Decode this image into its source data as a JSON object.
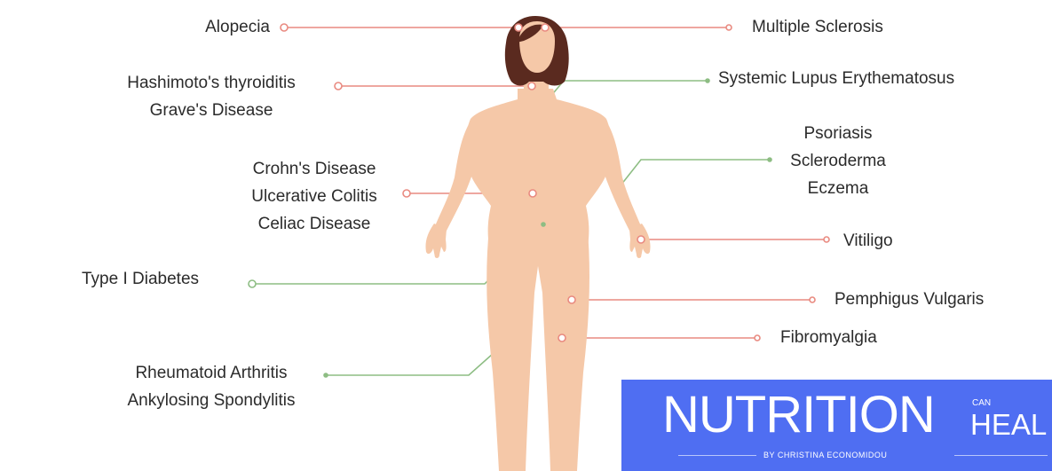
{
  "diagram": {
    "colors": {
      "background": "#ffffff",
      "skin": "#f5c8a8",
      "skin_shade": "#e9b693",
      "hair": "#5a2a1f",
      "red_line": "#e98a80",
      "green_line": "#8dbd83",
      "text": "#2b2b2b"
    },
    "labels": {
      "alopecia": [
        "Alopecia"
      ],
      "thyroid": [
        "Hashimoto's thyroiditis",
        "Grave's Disease"
      ],
      "digestive": [
        "Crohn's Disease",
        "Ulcerative Colitis",
        "Celiac Disease"
      ],
      "diabetes": [
        "Type I Diabetes"
      ],
      "arthritis": [
        "Rheumatoid Arthritis",
        "Ankylosing Spondylitis"
      ],
      "ms": [
        "Multiple Sclerosis"
      ],
      "lupus": [
        "Systemic Lupus Erythematosus"
      ],
      "skin": [
        "Psoriasis",
        "Scleroderma",
        "Eczema"
      ],
      "vitiligo": [
        "Vitiligo"
      ],
      "pemphigus": [
        "Pemphigus Vulgaris"
      ],
      "fibromyalgia": [
        "Fibromyalgia"
      ]
    }
  },
  "brand": {
    "main": "NUTRITION",
    "small": "CAN",
    "word2": "HEAL",
    "byline": "BY CHRISTINA ECONOMIDOU",
    "color": "#4f6ef2"
  }
}
